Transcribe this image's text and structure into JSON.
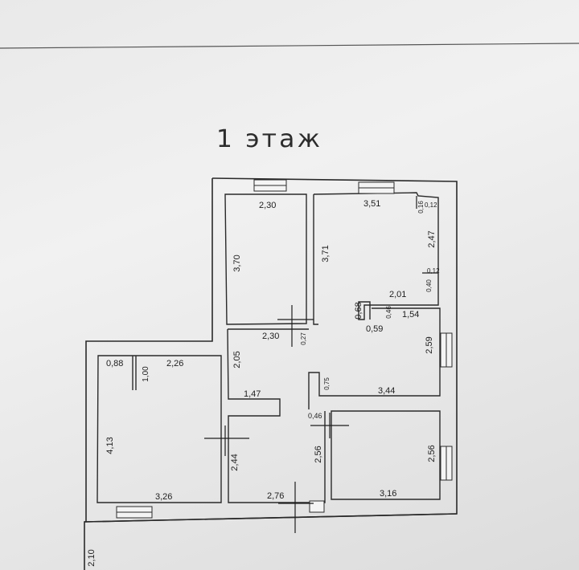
{
  "title": "1 этаж",
  "dimensions": [
    {
      "key": "d1",
      "text": "2,30"
    },
    {
      "key": "d2",
      "text": "3,70"
    },
    {
      "key": "d3",
      "text": "3,71"
    },
    {
      "key": "d4",
      "text": "3,51"
    },
    {
      "key": "d5",
      "text": "0,16"
    },
    {
      "key": "d6",
      "text": "0,12"
    },
    {
      "key": "d7",
      "text": "2,47"
    },
    {
      "key": "d8",
      "text": "0,12"
    },
    {
      "key": "d9",
      "text": "0,40"
    },
    {
      "key": "d10",
      "text": "2,01"
    },
    {
      "key": "d11",
      "text": "0,68"
    },
    {
      "key": "d12",
      "text": "0,46"
    },
    {
      "key": "d13",
      "text": "1,54"
    },
    {
      "key": "d14",
      "text": "0,59"
    },
    {
      "key": "d15",
      "text": "2,30"
    },
    {
      "key": "d16",
      "text": "0,27"
    },
    {
      "key": "d17",
      "text": "2,59"
    },
    {
      "key": "d18",
      "text": "2,05"
    },
    {
      "key": "d19",
      "text": "0,75"
    },
    {
      "key": "d20",
      "text": "3,44"
    },
    {
      "key": "d21",
      "text": "0,88"
    },
    {
      "key": "d22",
      "text": "1,00"
    },
    {
      "key": "d23",
      "text": "2,26"
    },
    {
      "key": "d24",
      "text": "1,47"
    },
    {
      "key": "d25",
      "text": "4,13"
    },
    {
      "key": "d26",
      "text": "0,46"
    },
    {
      "key": "d27",
      "text": "2,44"
    },
    {
      "key": "d28",
      "text": "2,56"
    },
    {
      "key": "d29",
      "text": "2,56"
    },
    {
      "key": "d30",
      "text": "3,26"
    },
    {
      "key": "d31",
      "text": "2,76"
    },
    {
      "key": "d32",
      "text": "3,16"
    },
    {
      "key": "d33",
      "text": "2,10"
    }
  ]
}
